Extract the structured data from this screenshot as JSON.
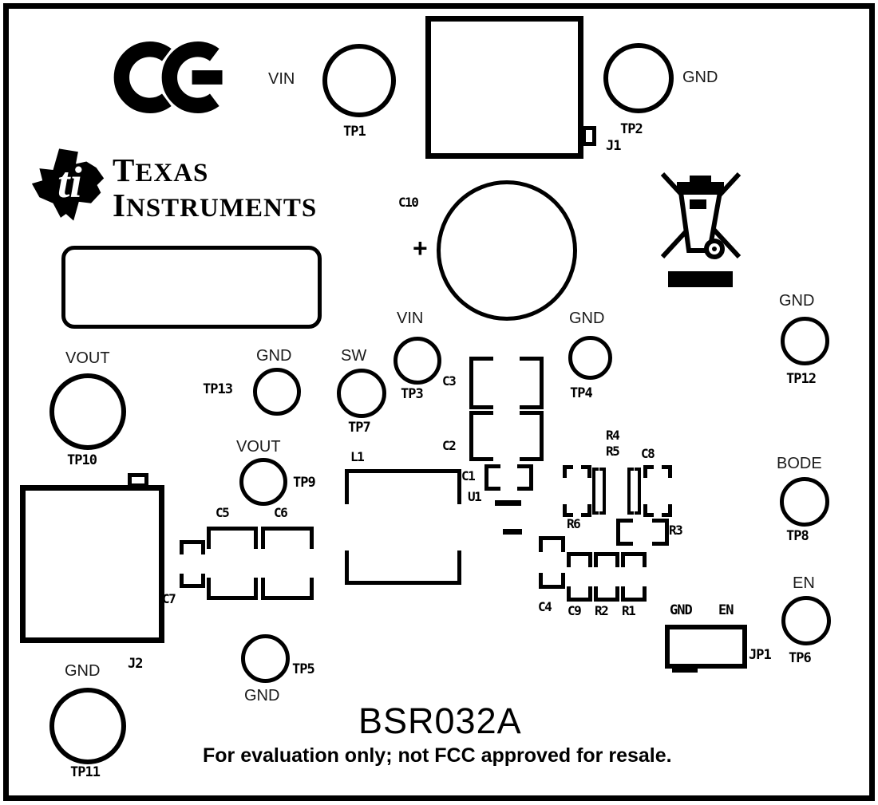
{
  "board": {
    "title": "BSR032A",
    "disclaimer": "For evaluation only; not FCC approved for resale."
  },
  "logos": {
    "ti_line1": "TEXAS",
    "ti_line2": "INSTRUMENTS",
    "ti_monogram": "ti"
  },
  "testpoints": {
    "tp1": {
      "ref": "TP1",
      "signal": "VIN"
    },
    "tp2": {
      "ref": "TP2",
      "signal": "GND"
    },
    "tp3": {
      "ref": "TP3",
      "signal": "VIN"
    },
    "tp4": {
      "ref": "TP4",
      "signal": "GND"
    },
    "tp5": {
      "ref": "TP5",
      "signal": "GND"
    },
    "tp6": {
      "ref": "TP6",
      "signal": "EN"
    },
    "tp7": {
      "ref": "TP7",
      "signal": "SW"
    },
    "tp8": {
      "ref": "TP8",
      "signal": "BODE"
    },
    "tp9": {
      "ref": "TP9",
      "signal": "VOUT"
    },
    "tp10": {
      "ref": "TP10",
      "signal": "VOUT"
    },
    "tp11": {
      "ref": "TP11",
      "signal": "GND"
    },
    "tp12": {
      "ref": "TP12",
      "signal": "GND"
    },
    "tp13": {
      "ref": "TP13",
      "signal": "GND"
    }
  },
  "connectors": {
    "j1": "J1",
    "j2": "J2",
    "jp1": {
      "ref": "JP1",
      "pin_gnd": "GND",
      "pin_en": "EN"
    }
  },
  "components": {
    "c1": "C1",
    "c2": "C2",
    "c3": "C3",
    "c4": "C4",
    "c5": "C5",
    "c6": "C6",
    "c7": "C7",
    "c8": "C8",
    "c9": "C9",
    "c10": "C10",
    "c10_polarity": "+",
    "r1": "R1",
    "r2": "R2",
    "r3": "R3",
    "r4": "R4",
    "r5": "R5",
    "r6": "R6",
    "l1": "L1",
    "u1": "U1"
  },
  "colors": {
    "silkscreen": "#000000",
    "substrate": "#ffffff"
  }
}
